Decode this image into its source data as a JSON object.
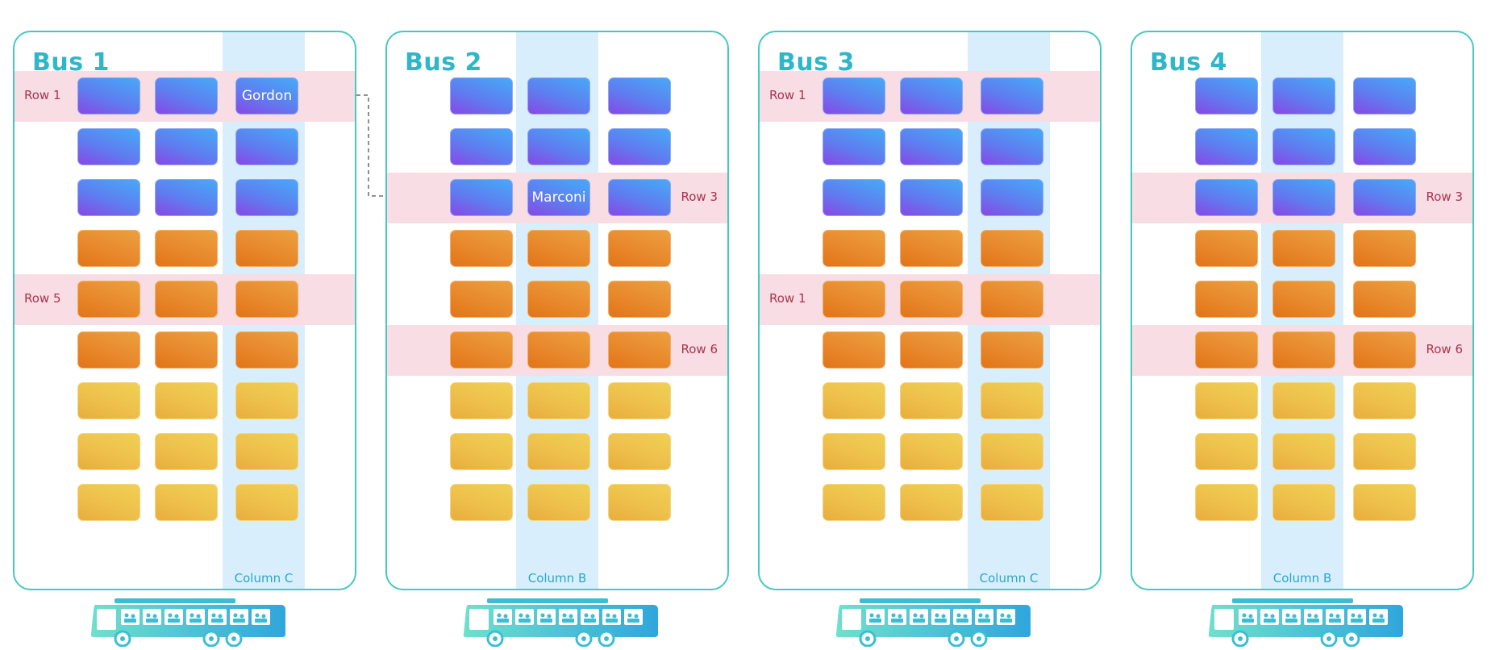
{
  "colors": {
    "bus_border": "#45c9c0",
    "title": "#2fb6c9",
    "column_highlight": "#d9eefc",
    "row_highlight": "#f8dde4",
    "row_label": "#a8344e",
    "column_label": "#2ba7c4",
    "seat_blue": "#5f7df0",
    "seat_orange": "#e8892c",
    "seat_yellow": "#eec04b"
  },
  "seat_rows": 9,
  "seat_columns": 3,
  "buses": [
    {
      "title": "Bus 1",
      "highlight_column": 2,
      "column_label": "Column C",
      "rows": [
        {
          "row": 0,
          "label": "Row 1",
          "side": "left"
        },
        {
          "row": 4,
          "label": "Row 5",
          "side": "left"
        }
      ],
      "named_seats": [
        {
          "row": 0,
          "col": 2,
          "name": "Gordon"
        }
      ]
    },
    {
      "title": "Bus 2",
      "highlight_column": 1,
      "column_label": "Column B",
      "rows": [
        {
          "row": 2,
          "label": "Row 3",
          "side": "right"
        },
        {
          "row": 5,
          "label": "Row 6",
          "side": "right"
        }
      ],
      "named_seats": [
        {
          "row": 2,
          "col": 1,
          "name": "Marconi"
        }
      ]
    },
    {
      "title": "Bus 3",
      "highlight_column": 2,
      "column_label": "Column C",
      "rows": [
        {
          "row": 0,
          "label": "Row 1",
          "side": "left"
        },
        {
          "row": 4,
          "label": "Row 1",
          "side": "left"
        }
      ],
      "named_seats": []
    },
    {
      "title": "Bus 4",
      "highlight_column": 1,
      "column_label": "Column B",
      "rows": [
        {
          "row": 2,
          "label": "Row 3",
          "side": "right"
        },
        {
          "row": 5,
          "label": "Row 6",
          "side": "right"
        }
      ],
      "named_seats": []
    }
  ],
  "connector": {
    "from": "Gordon",
    "to": "Marconi",
    "style": "dashed"
  },
  "icons": {
    "bus": "bus-icon"
  }
}
